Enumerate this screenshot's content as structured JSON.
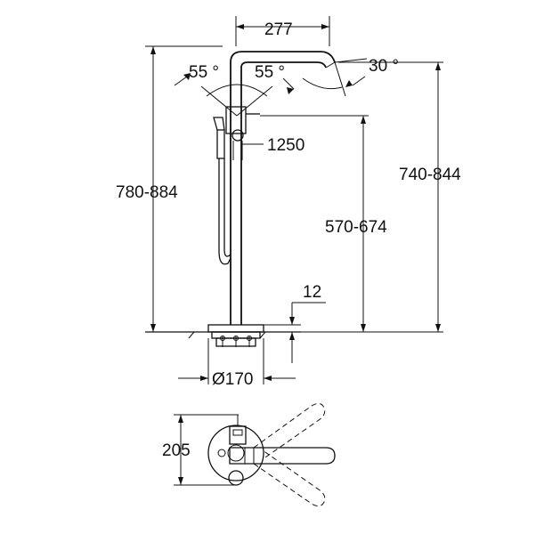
{
  "dimensions": {
    "spout_reach": "277",
    "spout_angle": "30 °",
    "handle_angle_left": "55 °",
    "handle_angle_right": "55 °",
    "hose_length": "1250",
    "total_height": "780-884",
    "spout_height": "740-844",
    "handle_height": "570-674",
    "floor_plate": "12",
    "base_diameter": "Ø170",
    "plan_depth": "205"
  }
}
